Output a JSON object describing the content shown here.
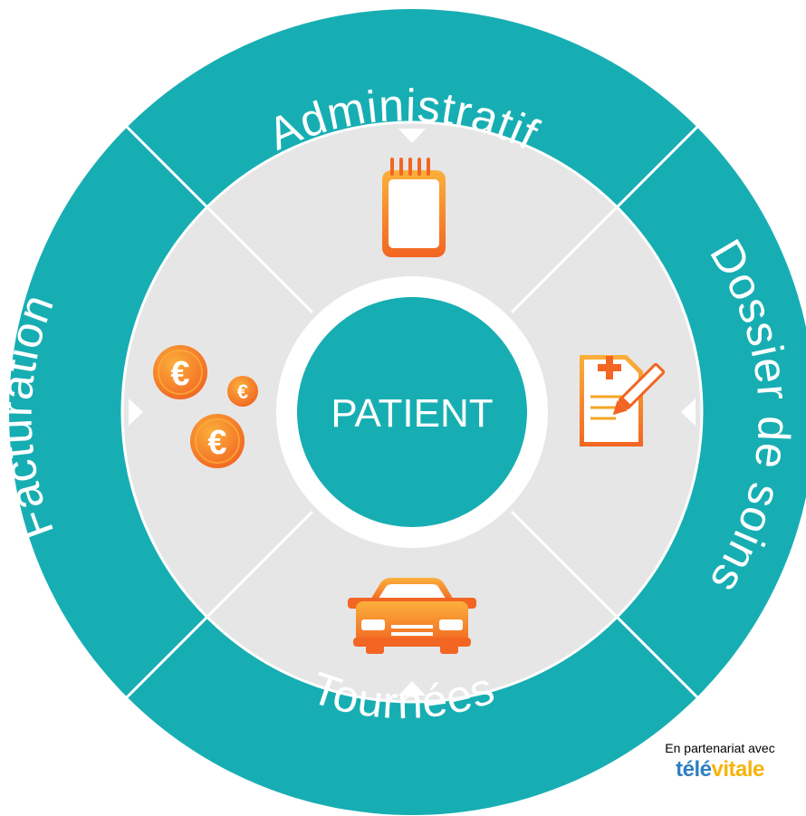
{
  "diagram": {
    "center": "PATIENT",
    "segments": {
      "top": "Administratif",
      "right": "Dossier de soins",
      "bottom": "Tournées",
      "left": "Facturation"
    },
    "icons": {
      "top": "notepad-icon",
      "right": "medical-record-icon",
      "bottom": "car-icon",
      "left": "euro-coins-icon"
    },
    "coin_symbol": "€"
  },
  "partner": {
    "text": "En partenariat avec",
    "logo_part1": "télé",
    "logo_part2": "vitale"
  },
  "colors": {
    "teal": "#17aeb3",
    "inner_gray": "#e6e6e6",
    "orange": "#f28a1c"
  }
}
